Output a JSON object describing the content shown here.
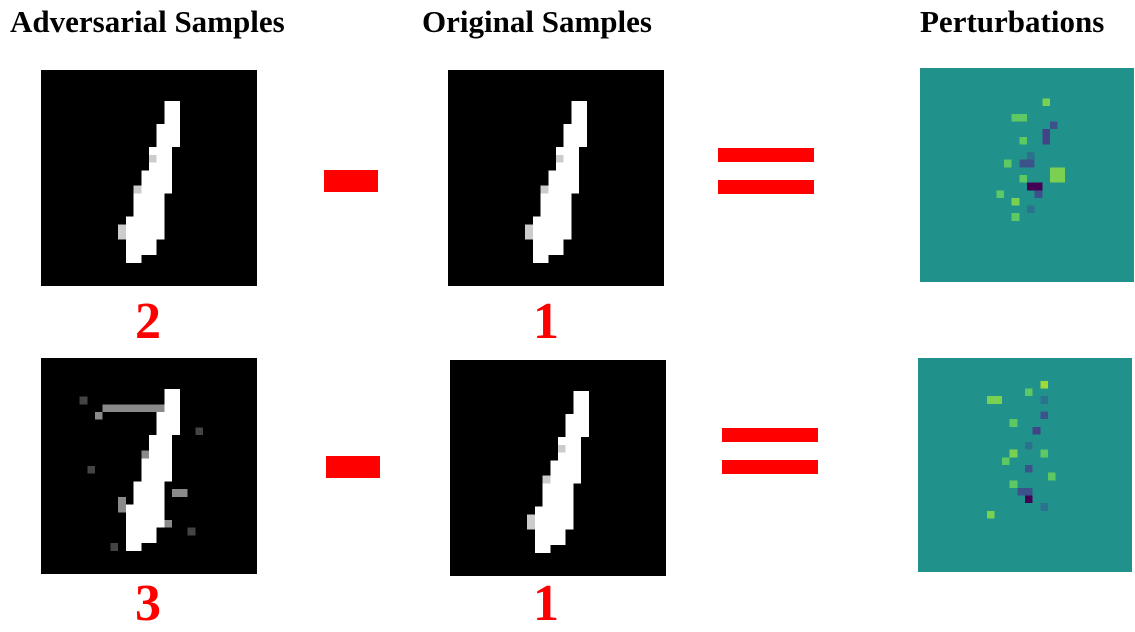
{
  "headers": {
    "adversarial": "Adversarial Samples",
    "original": "Original Samples",
    "perturbations": "Perturbations"
  },
  "rows": [
    {
      "adversarial_label": "2",
      "original_label": "1"
    },
    {
      "adversarial_label": "3",
      "original_label": "1"
    }
  ],
  "colors": {
    "accent": "#ff0000",
    "perturbation_bg": "#21918c",
    "digit": "#ffffff",
    "tile_bg": "#000000"
  },
  "icons": {
    "minus": "minus-sign",
    "equals": "equals-sign"
  }
}
